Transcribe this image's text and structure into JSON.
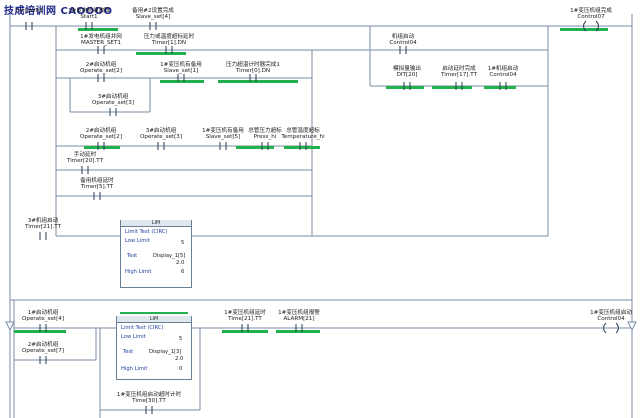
{
  "watermark": "技成培训网 CAOOOO",
  "rung1": {
    "contacts": [
      {
        "label": "",
        "tag": "Control03"
      },
      {
        "label": "1#发电机组故障",
        "tag": "Start1"
      },
      {
        "label": "备用#2设置完成",
        "tag": "Slave_set[4]"
      },
      {
        "label": "1#发电机组并网",
        "tag": "MASTER_SET1"
      },
      {
        "label": "压力或温度超标延时",
        "tag": "Timer[1].DN"
      },
      {
        "label": "2#启动机组",
        "tag": "Operate_set[2]"
      },
      {
        "label": "1#变压机有备用",
        "tag": "Slave_set[1]"
      },
      {
        "label": "压力超温计时器完成1",
        "tag": "Timer[0].DN"
      },
      {
        "label": "3#启动机组",
        "tag": "Operate_set[3]"
      },
      {
        "label": "2#启动机组",
        "tag": "Operate_set[2]"
      },
      {
        "label": "3#启动机组",
        "tag": "Operate_set[3]"
      },
      {
        "label": "1#变压机有备用",
        "tag": "Slave_set[5]"
      },
      {
        "label": "总管压力超标",
        "tag": "Press_hi"
      },
      {
        "label": "总管温度超标",
        "tag": "Temperature_hi"
      },
      {
        "label": "手动延时",
        "tag": "Timer[20].TT"
      },
      {
        "label": "备用机组延时",
        "tag": "Timer[5].TT"
      },
      {
        "label": "机组启动",
        "tag": "Control04"
      },
      {
        "label": "模拟量输出",
        "tag": "DIT[20]"
      },
      {
        "label": "启动延时完成",
        "tag": "Timer[17].TT"
      },
      {
        "label": "1#机组启动",
        "tag": "Control04"
      },
      {
        "label": "3#机组启动",
        "tag": "Timer[21].TT"
      }
    ],
    "output": {
      "label": "1#变压机组完成",
      "tag": "Control07"
    }
  },
  "limit_box_1": {
    "header": "LIM",
    "title": "Limit Test (CIRC)",
    "low_label": "Low Limit",
    "low_value": "5",
    "test_label": "Test",
    "test_tag": "Display_1[5]",
    "test_value": "2.0",
    "high_label": "High Limit",
    "high_value": "6"
  },
  "rung2": {
    "contacts": [
      {
        "label": "1#启动机组",
        "tag": "Operate_set[4]"
      },
      {
        "label": "2#启动机组",
        "tag": "Operate_set[7]"
      },
      {
        "label": "1#变压机组延时",
        "tag": "Time[21].TT"
      },
      {
        "label": "1#变压机组报警",
        "tag": "ALARM[21]"
      },
      {
        "label": "1#变压机组启动超时计时",
        "tag": "Time[30].TT"
      }
    ],
    "output": {
      "label": "1#变压机组启动",
      "tag": "Control04"
    }
  },
  "limit_box_2": {
    "header": "LIM",
    "title": "Limit Test (CIRC)",
    "low_label": "Low Limit",
    "low_value": "5",
    "test_label": "Test",
    "test_tag": "Display_1[3]",
    "test_value": "2.0",
    "high_label": "High Limit",
    "high_value": "0"
  }
}
